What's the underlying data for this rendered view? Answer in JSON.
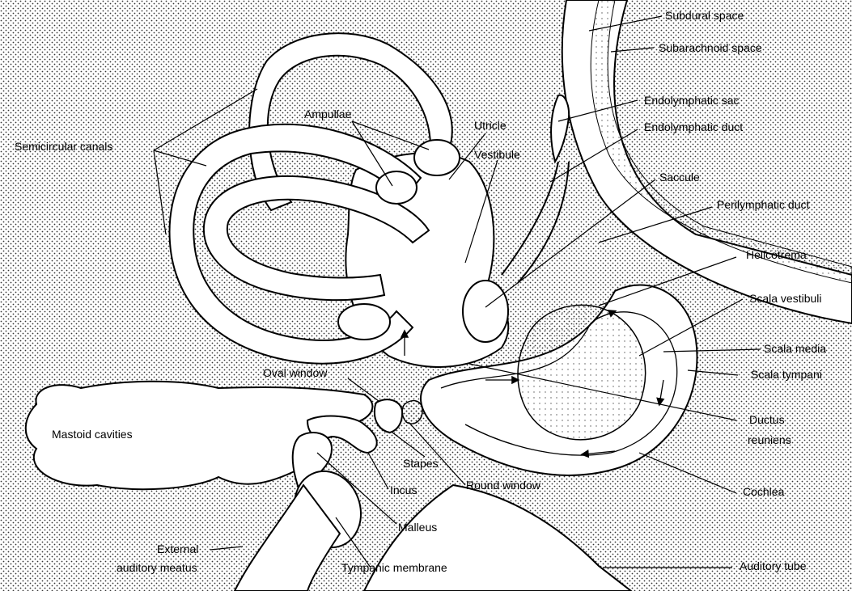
{
  "labels": {
    "subdural_space": "Subdural space",
    "subarachnoid_space": "Subarachnoid space",
    "endolymphatic_sac": "Endolymphatic sac",
    "endolymphatic_duct": "Endolymphatic duct",
    "semicircular_canals": "Semicircular canals",
    "ampullae": "Ampullae",
    "utricle": "Utricle",
    "vestibule": "Vestibule",
    "saccule": "Saccule",
    "perilymphatic_duct": "Perilymphatic duct",
    "helicotrema": "Helicotrema",
    "scala_vestibuli": "Scala vestibuli",
    "scala_media": "Scala media",
    "scala_tympani": "Scala tympani",
    "oval_window": "Oval window",
    "mastoid_cavities": "Mastoid cavities",
    "ductus_reuniens_line1": "Ductus",
    "ductus_reuniens_line2": "reuniens",
    "stapes": "Stapes",
    "round_window": "Round window",
    "incus": "Incus",
    "cochlea": "Cochlea",
    "malleus": "Malleus",
    "external_meatus_line1": "External",
    "external_meatus_line2": "auditory meatus",
    "tympanic_membrane": "Tympanic membrane",
    "auditory_tube": "Auditory tube"
  }
}
